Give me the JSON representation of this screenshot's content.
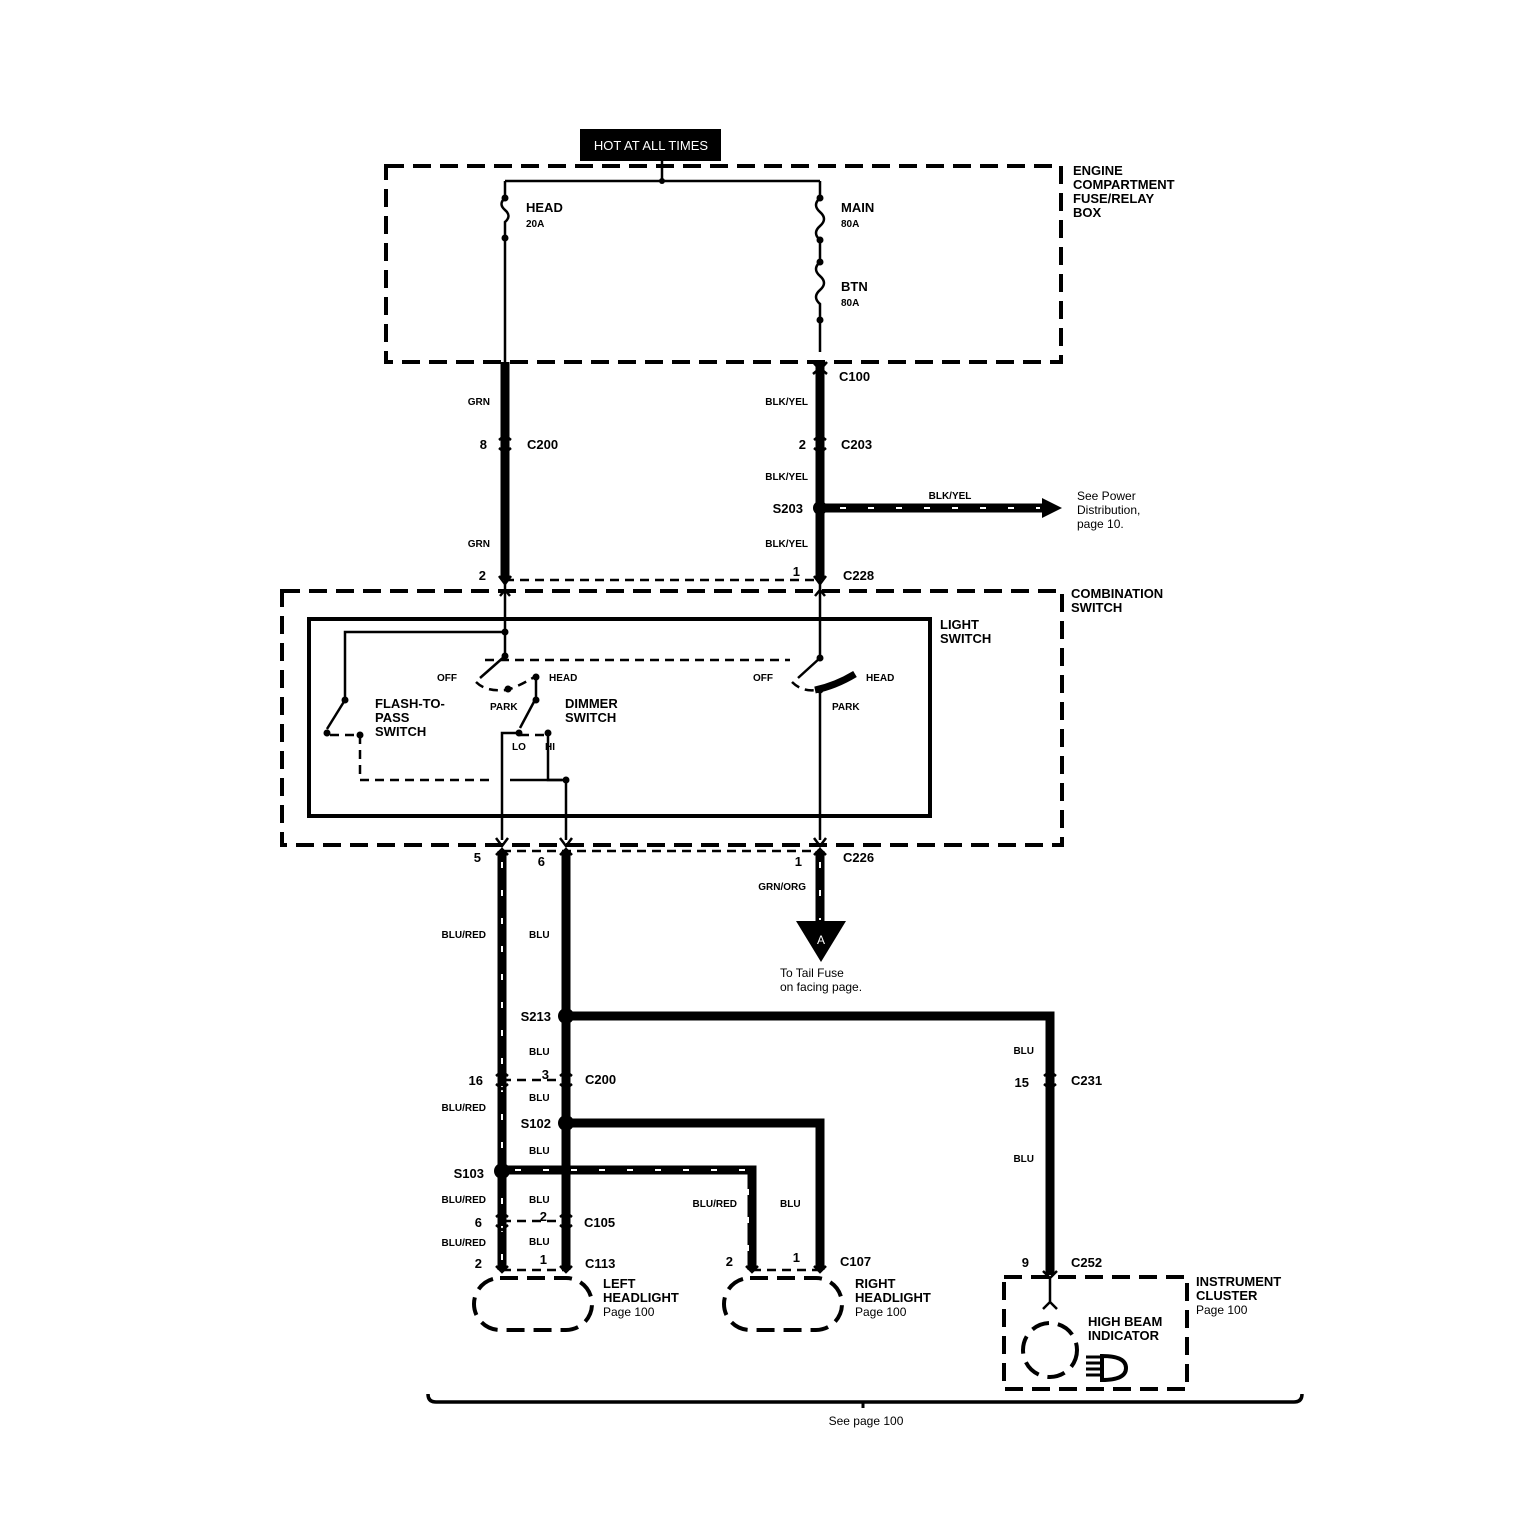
{
  "header": {
    "hot": "HOT AT ALL TIMES"
  },
  "fuse_box": {
    "label_lines": [
      "ENGINE",
      "COMPARTMENT",
      "FUSE/RELAY",
      "BOX"
    ],
    "fuses": [
      {
        "name": "HEAD",
        "rating": "20A"
      },
      {
        "name": "MAIN",
        "rating": "80A"
      },
      {
        "name": "BTN",
        "rating": "80A"
      }
    ]
  },
  "connectors": {
    "c100": "C100",
    "c200_top": "C200",
    "c203": "C203",
    "c228": "C228",
    "c226": "C226",
    "c200_mid": "C200",
    "c231": "C231",
    "c105": "C105",
    "c113": "C113",
    "c107": "C107",
    "c252": "C252"
  },
  "splices": {
    "s203": "S203",
    "s213": "S213",
    "s102": "S102",
    "s103": "S103"
  },
  "pins": {
    "c200_top": "8",
    "c203": "2",
    "c228_left": "2",
    "c228_right": "1",
    "c226_5": "5",
    "c226_6": "6",
    "c226_1": "1",
    "c200_16": "16",
    "c200_3": "3",
    "c231": "15",
    "c105_6": "6",
    "c105_2": "2",
    "c113_2": "2",
    "c113_1": "1",
    "c107_2": "2",
    "c107_1": "1",
    "c252": "9"
  },
  "wires": {
    "grn": "GRN",
    "blk_yel": "BLK/YEL",
    "blu_red": "BLU/RED",
    "blu": "BLU",
    "grn_org": "GRN/ORG"
  },
  "notes": {
    "power_dist": [
      "See Power",
      "Distribution,",
      "page 10."
    ],
    "tail_fuse": [
      "To Tail Fuse",
      "on facing page."
    ],
    "arrow_a": "A",
    "see_page": "See page 100"
  },
  "combination_switch": {
    "label_lines": [
      "COMBINATION",
      "SWITCH"
    ],
    "light_switch_lines": [
      "LIGHT",
      "SWITCH"
    ],
    "positions": {
      "off": "OFF",
      "head": "HEAD",
      "park": "PARK"
    },
    "flash_lines": [
      "FLASH-TO-",
      "PASS",
      "SWITCH"
    ],
    "dimmer_lines": [
      "DIMMER",
      "SWITCH"
    ],
    "lo": "LO",
    "hi": "HI"
  },
  "components": {
    "left_headlight": [
      "LEFT",
      "HEADLIGHT",
      "Page 100"
    ],
    "right_headlight": [
      "RIGHT",
      "HEADLIGHT",
      "Page 100"
    ],
    "instrument_cluster": [
      "INSTRUMENT",
      "CLUSTER",
      "Page 100"
    ],
    "high_beam": [
      "HIGH BEAM",
      "INDICATOR"
    ]
  }
}
